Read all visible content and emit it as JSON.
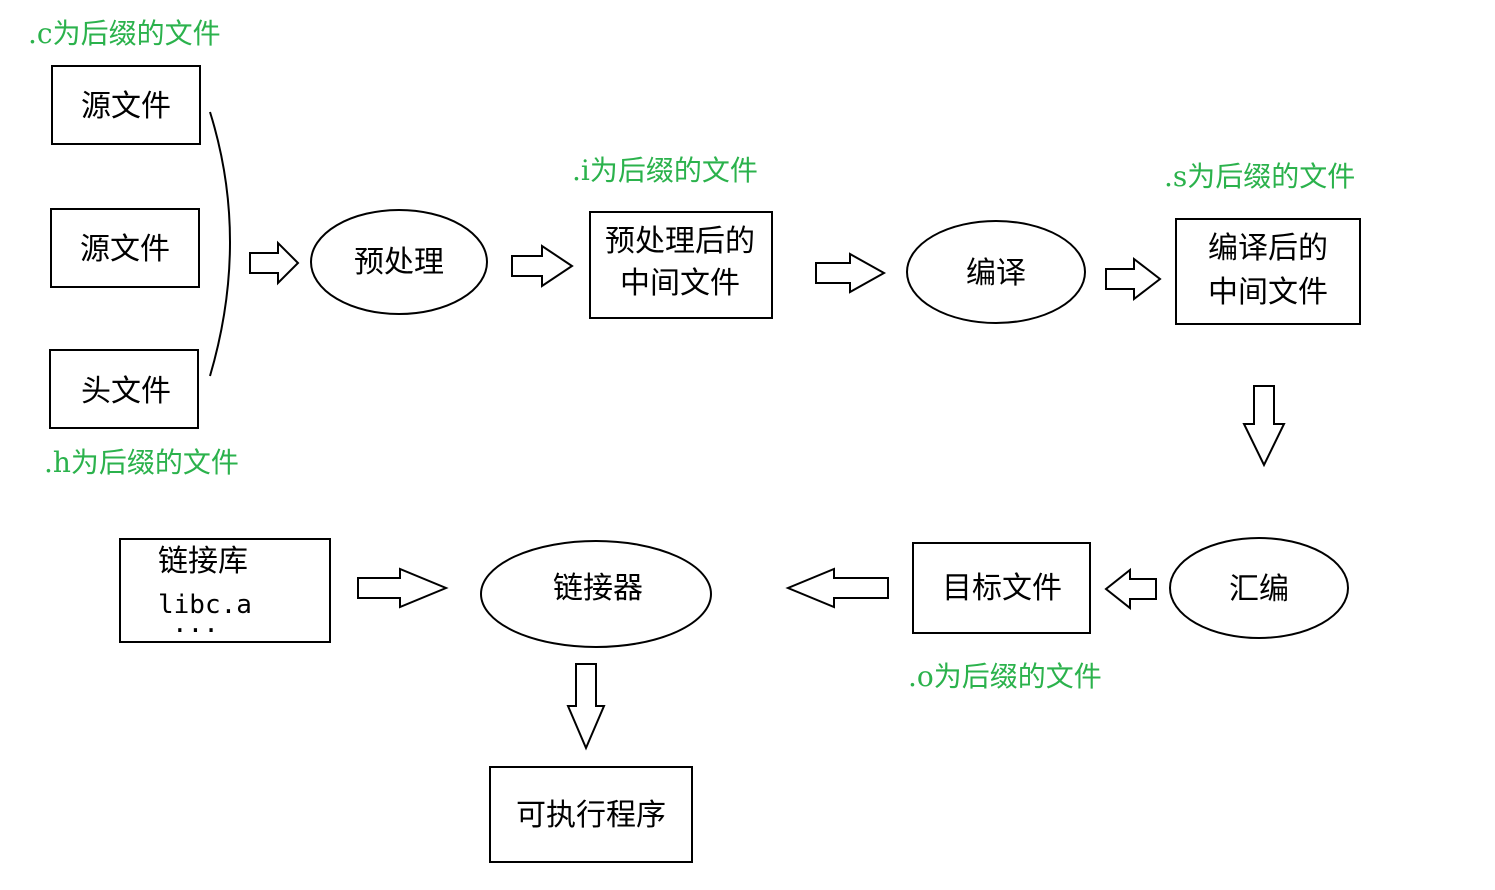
{
  "colors": {
    "annotation": "#2bb24c",
    "stroke": "#000000",
    "fill": "#ffffff"
  },
  "notes": {
    "c_suffix": ".c为后缀的文件",
    "h_suffix": ".h为后缀的文件",
    "i_suffix": ".i为后缀的文件",
    "s_suffix": ".s为后缀的文件",
    "o_suffix": ".o为后缀的文件"
  },
  "nodes": {
    "source1": "源文件",
    "source2": "源文件",
    "header": "头文件",
    "preprocess": "预处理",
    "preprocessed_line1": "预处理后的",
    "preprocessed_line2": "中间文件",
    "compile": "编译",
    "compiled_line1": "编译后的",
    "compiled_line2": "中间文件",
    "assemble": "汇编",
    "object_file": "目标文件",
    "linker": "链接器",
    "link_lib_title": "链接库",
    "link_lib_item": "libc.a",
    "link_lib_more": "...",
    "executable": "可执行程序"
  }
}
